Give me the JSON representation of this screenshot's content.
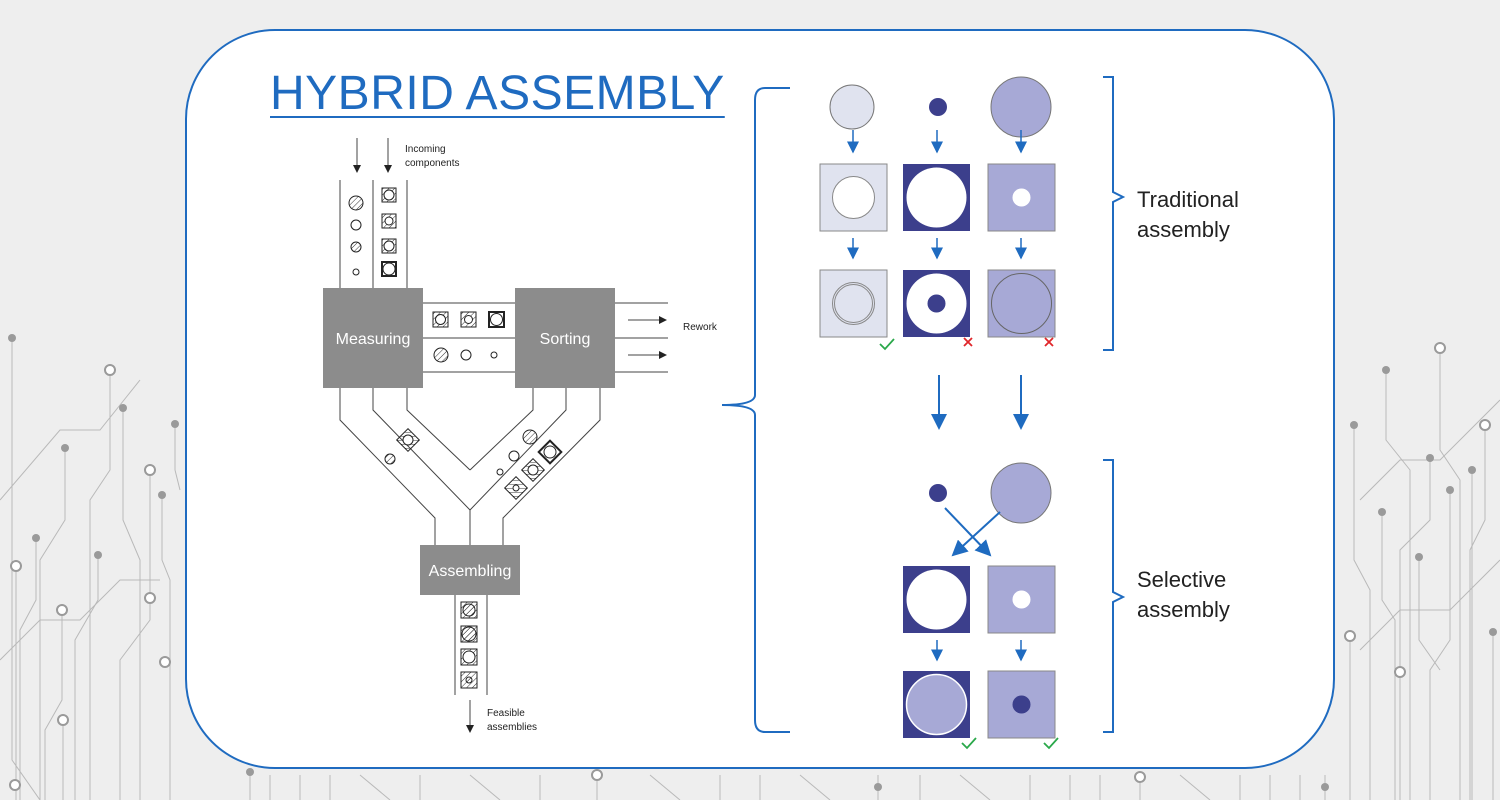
{
  "title": "HYBRID ASSEMBLY",
  "process": {
    "incoming_label": "Incoming\ncomponents",
    "measuring_label": "Measuring",
    "sorting_label": "Sorting",
    "assembling_label": "Assembling",
    "rework_label": "Rework",
    "output_label": "Feasible\nassemblies",
    "box_color": "#8c8c8c",
    "shaft_sizes": [
      "3",
      "2",
      "2",
      "1"
    ],
    "hole_sizes": [
      "2",
      "2",
      "1",
      "3"
    ],
    "pair_labels": [
      "2,2",
      "3,3",
      "2,2",
      "1,1"
    ]
  },
  "traditional": {
    "label": "Traditional\nassembly",
    "results": [
      "ok",
      "fail",
      "fail"
    ]
  },
  "selective": {
    "label": "Selective\nassembly",
    "results": [
      "ok",
      "ok"
    ]
  },
  "colors": {
    "accent": "#1f6bc0",
    "light_part": "#e0e3ef",
    "dark_part": "#3c3f8c",
    "mid_part": "#a7a9d6",
    "ok": "#2aa84a",
    "fail": "#e0262a",
    "card_border": "#1f6bc0"
  },
  "icons": {
    "ok": "check-mark",
    "fail": "cross-mark"
  }
}
